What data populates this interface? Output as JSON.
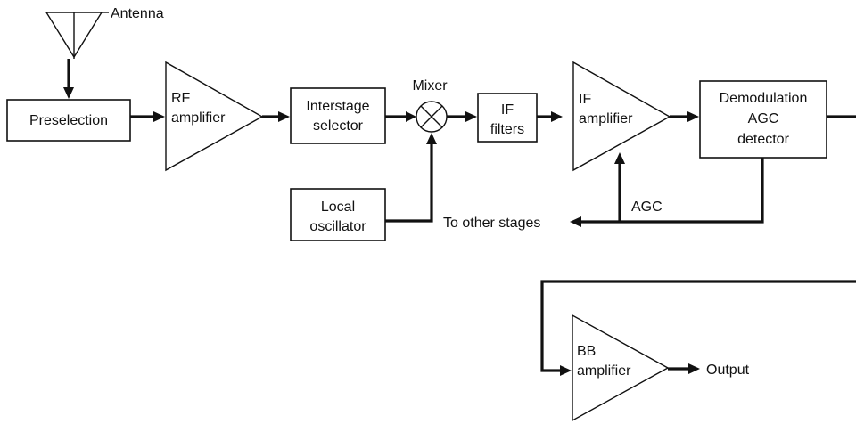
{
  "antenna": {
    "label": "Antenna"
  },
  "preselection": {
    "label": "Preselection"
  },
  "rf_amplifier": {
    "line1": "RF",
    "line2": "amplifier"
  },
  "interstage_selector": {
    "line1": "Interstage",
    "line2": "selector"
  },
  "mixer": {
    "label": "Mixer"
  },
  "if_filters": {
    "line1": "IF",
    "line2": "filters"
  },
  "if_amplifier": {
    "line1": "IF",
    "line2": "amplifier"
  },
  "demod": {
    "line1": "Demodulation",
    "line2": "AGC",
    "line3": "detector"
  },
  "local_oscillator": {
    "line1": "Local",
    "line2": "oscillator"
  },
  "agc": {
    "label": "AGC"
  },
  "to_other_stages": {
    "label": "To other stages"
  },
  "bb_amplifier": {
    "line1": "BB",
    "line2": "amplifier"
  },
  "output": {
    "label": "Output"
  }
}
